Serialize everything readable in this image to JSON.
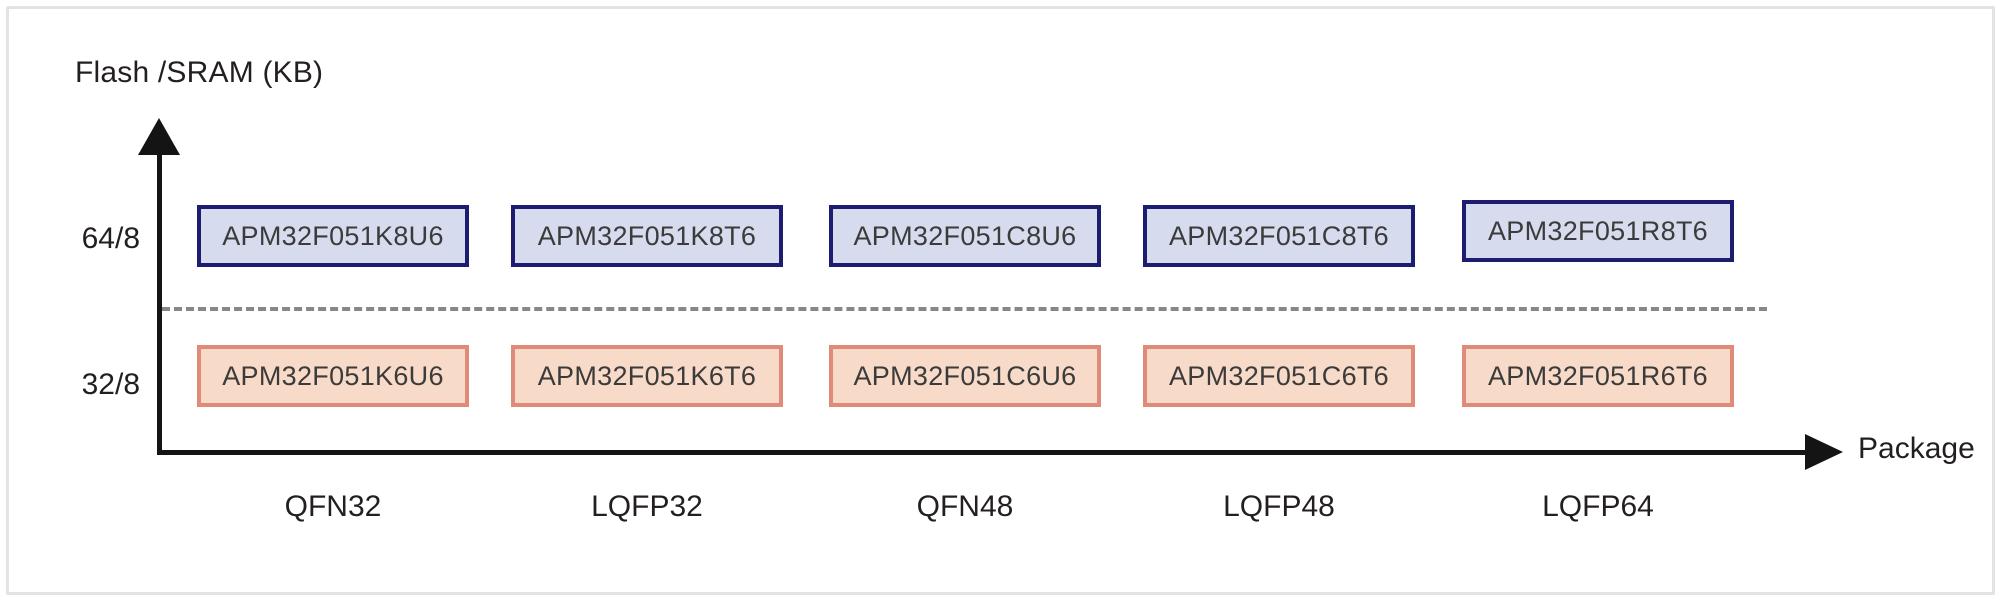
{
  "chart_data": {
    "type": "table",
    "title": "",
    "ylabel": "Flash /SRAM (KB)",
    "xlabel": "Package",
    "categories": [
      "QFN32",
      "LQFP32",
      "QFN48",
      "LQFP48",
      "LQFP64"
    ],
    "y_ticks": [
      "64/8",
      "32/8"
    ],
    "legend": [],
    "grid": false,
    "rows": [
      {
        "y_label": "64/8",
        "color_fill": "#d6dcee",
        "color_border": "#1c1c70",
        "cells": [
          "APM32F051K8U6",
          "APM32F051K8T6",
          "APM32F051C8U6",
          "APM32F051C8T6",
          "APM32F051R8T6"
        ]
      },
      {
        "y_label": "32/8",
        "color_fill": "#f7dac7",
        "color_border": "#e08a7a",
        "cells": [
          "APM32F051K6U6",
          "APM32F051K6T6",
          "APM32F051C6U6",
          "APM32F051C6T6",
          "APM32F051R6T6"
        ]
      }
    ]
  },
  "axes": {
    "y_title": "Flash /SRAM (KB)",
    "x_title": "Package",
    "y_tick_top": "64/8",
    "y_tick_bottom": "32/8"
  },
  "categories": {
    "c0": "QFN32",
    "c1": "LQFP32",
    "c2": "QFN48",
    "c3": "LQFP48",
    "c4": "LQFP64"
  },
  "row_top": {
    "b0": "APM32F051K8U6",
    "b1": "APM32F051K8T6",
    "b2": "APM32F051C8U6",
    "b3": "APM32F051C8T6",
    "b4": "APM32F051R8T6"
  },
  "row_bottom": {
    "b0": "APM32F051K6U6",
    "b1": "APM32F051K6T6",
    "b2": "APM32F051C6U6",
    "b3": "APM32F051C6T6",
    "b4": "APM32F051R6T6"
  },
  "colors": {
    "top_fill": "#d6dcee",
    "top_border": "#1c1c70",
    "bottom_fill": "#f7dac7",
    "bottom_border": "#e08a7a",
    "axis": "#141414",
    "divider": "#878787",
    "frame": "#e3e3e6"
  }
}
